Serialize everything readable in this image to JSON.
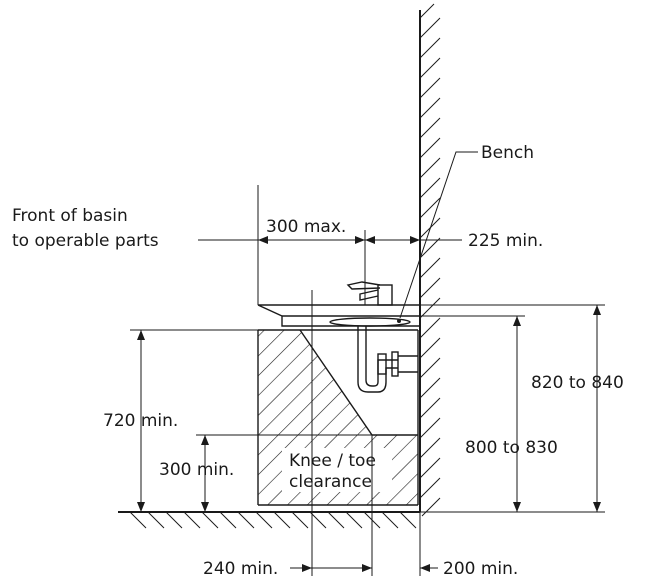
{
  "labels": {
    "bench": "Bench",
    "front_of_basin_line1": "Front of basin",
    "front_of_basin_line2": "to operable parts",
    "max_300": "300 max.",
    "min_225": "225 min.",
    "range_820_840": "820 to 840",
    "min_720": "720 min.",
    "range_800_830": "800 to 830",
    "min_300": "300 min.",
    "knee_toe_line1": "Knee / toe",
    "knee_toe_line2": "clearance",
    "min_240": "240 min.",
    "min_200": "200 min."
  },
  "colors": {
    "ink": "#1a1a1a",
    "background": "#ffffff"
  }
}
